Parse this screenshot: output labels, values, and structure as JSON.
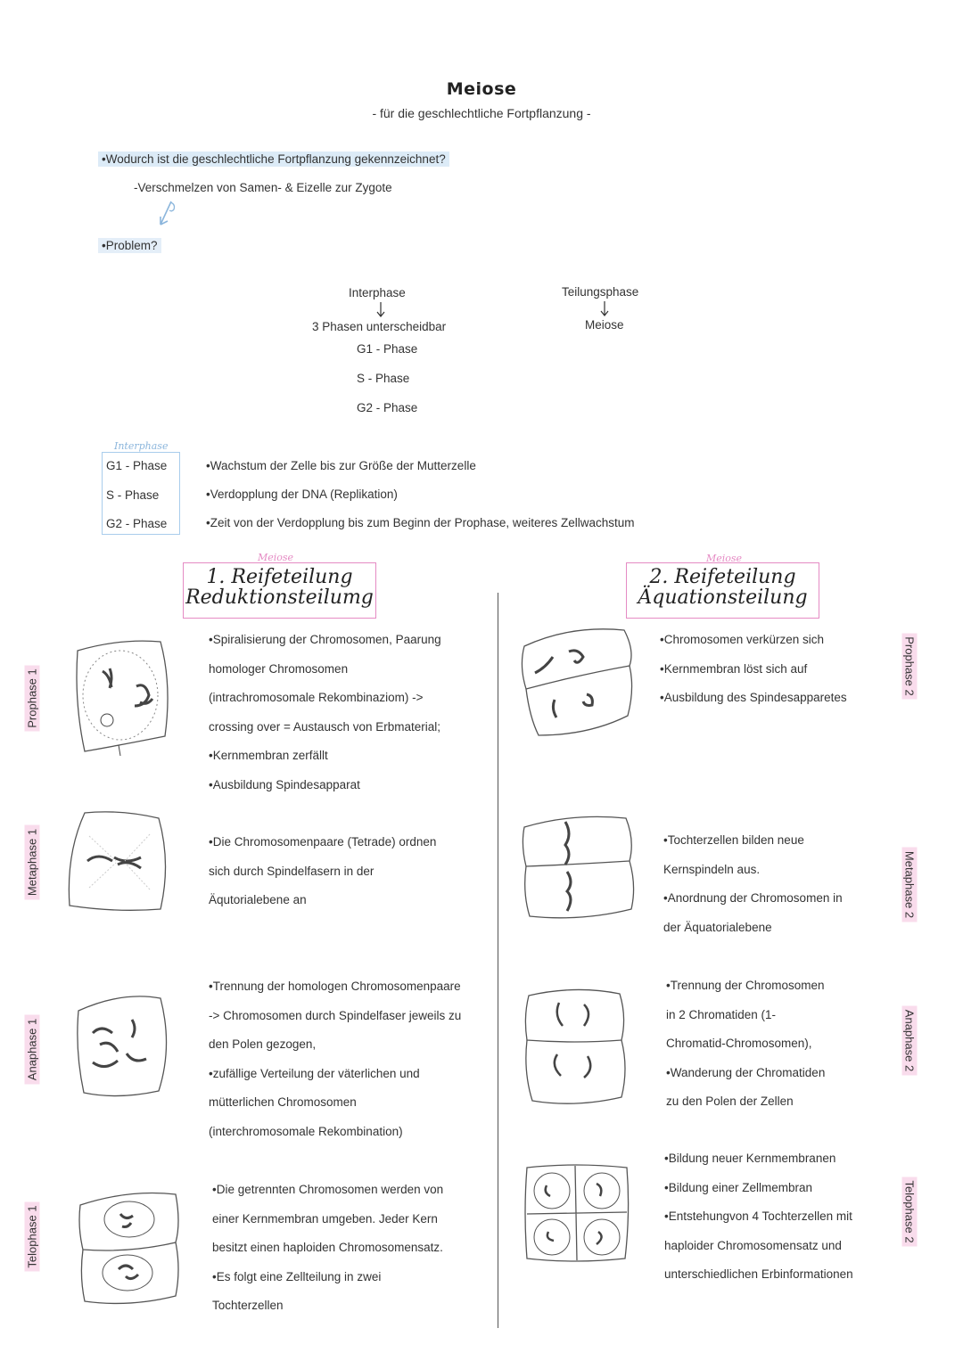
{
  "header": {
    "title": "Meiose",
    "subtitle": "- für die geschlechtliche Fortpflanzung -"
  },
  "intro": {
    "question": "•Wodurch ist die geschlechtliche Fortpflanzung gekennzeichnet?",
    "answer": "-Verschmelzen von Samen- & Eizelle zur Zygote",
    "problem": "•Problem?"
  },
  "overview": {
    "interphase": "Interphase",
    "interphase_sub": "3 Phasen unterscheidbar",
    "phases": [
      "G1 - Phase",
      "S - Phase",
      "G2 - Phase"
    ],
    "teilungsphase": "Teilungsphase",
    "meiose": "Meiose"
  },
  "interphase_box": {
    "tag": "Interphase",
    "rows": [
      {
        "phase": "G1 - Phase",
        "text": "•Wachstum der Zelle bis zur Größe der Mutterzelle"
      },
      {
        "phase": "S - Phase",
        "text": "•Verdopplung der DNA (Replikation)"
      },
      {
        "phase": "G2 - Phase",
        "text": "•Zeit von der Verdopplung bis zum Beginn der Prophase, weiteres Zellwachstum"
      }
    ]
  },
  "left": {
    "tag": "Meiose",
    "heading_line1": "1. Reifeteilung",
    "heading_line2": "Reduktionsteilumg",
    "prophase": {
      "label": "Prophase 1",
      "lines": [
        "•Spiralisierung der Chromosomen, Paarung",
        "homologer Chromosomen",
        "(intrachromosomale Rekombinaziom) ->",
        "crossing over = Austausch von Erbmaterial;",
        "•Kernmembran zerfällt",
        "•Ausbildung Spindesapparat"
      ]
    },
    "metaphase": {
      "label": "Metaphase 1",
      "lines": [
        "•Die Chromosomenpaare (Tetrade) ordnen",
        "sich durch Spindelfasern in der",
        "Äqutorialebene an"
      ]
    },
    "anaphase": {
      "label": "Anaphase 1",
      "lines": [
        "•Trennung der homologen Chromosomenpaare",
        "-> Chromosomen durch Spindelfaser jeweils zu",
        "den Polen gezogen,",
        "•zufällige Verteilung der väterlichen und",
        "mütterlichen Chromosomen",
        "(interchromosomale Rekombination)"
      ]
    },
    "telophase": {
      "label": "Telophase 1",
      "lines": [
        "•Die getrennten Chromosomen werden von",
        "einer Kernmembran umgeben. Jeder Kern",
        "besitzt einen haploiden Chromosomensatz.",
        "•Es folgt eine Zellteilung in zwei",
        "Tochterzellen"
      ]
    }
  },
  "right": {
    "tag": "Meiose",
    "heading_line1": "2. Reifeteilung",
    "heading_line2": "Äquationsteilung",
    "prophase": {
      "label": "Prophase 2",
      "lines": [
        "•Chromosomen verkürzen sich",
        "•Kernmembran löst sich auf",
        "•Ausbildung des Spindesapparetes"
      ]
    },
    "metaphase": {
      "label": "Metaphase 2",
      "lines": [
        "•Tochterzellen bilden neue",
        "Kernspindeln aus.",
        "•Anordnung der Chromosomen in",
        "der Äquatorialebene"
      ]
    },
    "anaphase": {
      "label": "Anaphase 2",
      "lines": [
        "•Trennung der Chromosomen",
        "in 2 Chromatiden (1-",
        "Chromatid-Chromosomen),",
        "•Wanderung der Chromatiden",
        "zu den Polen der Zellen"
      ]
    },
    "telophase": {
      "label": "Telophase 2",
      "lines": [
        "•Bildung neuer Kernmembranen",
        "•Bildung einer Zellmembran",
        "•Entstehungvon 4 Tochterzellen mit",
        "haploider Chromosomensatz und",
        "unterschiedlichen Erbinformationen"
      ]
    }
  },
  "colors": {
    "highlight_blue": "#dcebf7",
    "pink": "#e58bc4",
    "pink_bg": "#f9dcec",
    "blue_border": "#a9cdec"
  }
}
